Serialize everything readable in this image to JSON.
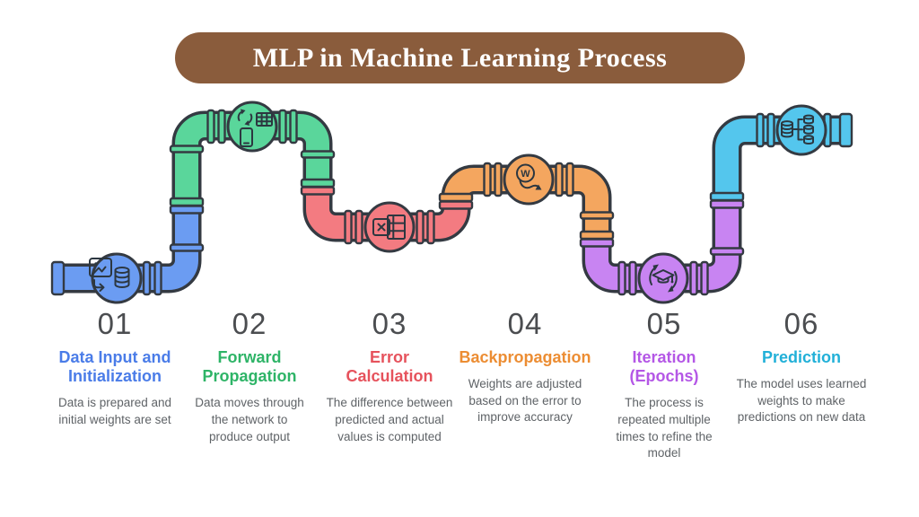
{
  "banner": {
    "title": "MLP in Machine Learning Process",
    "bg_color": "#8a5c3c",
    "text_color": "#ffffff"
  },
  "steps": [
    {
      "number": "01",
      "title": "Data Input and Initialization",
      "description": "Data is prepared and initial weights are set",
      "accent_color": "#4a7ce8",
      "pipe_color": "#6b9cf2",
      "icon": "data-input-icon"
    },
    {
      "number": "02",
      "title": "Forward Propagation",
      "description": "Data moves through the network to produce output",
      "accent_color": "#2eb467",
      "pipe_color": "#5ad69b",
      "icon": "forward-propagation-icon"
    },
    {
      "number": "03",
      "title": "Error Calculation",
      "description": "The difference between predicted and actual values is computed",
      "accent_color": "#e6525c",
      "pipe_color": "#f37b81",
      "icon": "error-calculation-icon"
    },
    {
      "number": "04",
      "title": "Backpropagation",
      "description": "Weights are adjusted based on the error to improve accuracy",
      "accent_color": "#ec8d33",
      "pipe_color": "#f4a65f",
      "icon": "backpropagation-icon",
      "icon_letter": "W"
    },
    {
      "number": "05",
      "title": "Iteration (Epochs)",
      "description": "The process is repeated multiple times to refine the model",
      "accent_color": "#b457e6",
      "pipe_color": "#c884f2",
      "icon": "iteration-icon"
    },
    {
      "number": "06",
      "title": "Prediction",
      "description": "The model uses learned weights to make predictions on new data",
      "accent_color": "#21b0d8",
      "pipe_color": "#54c6ed",
      "icon": "prediction-icon"
    }
  ]
}
